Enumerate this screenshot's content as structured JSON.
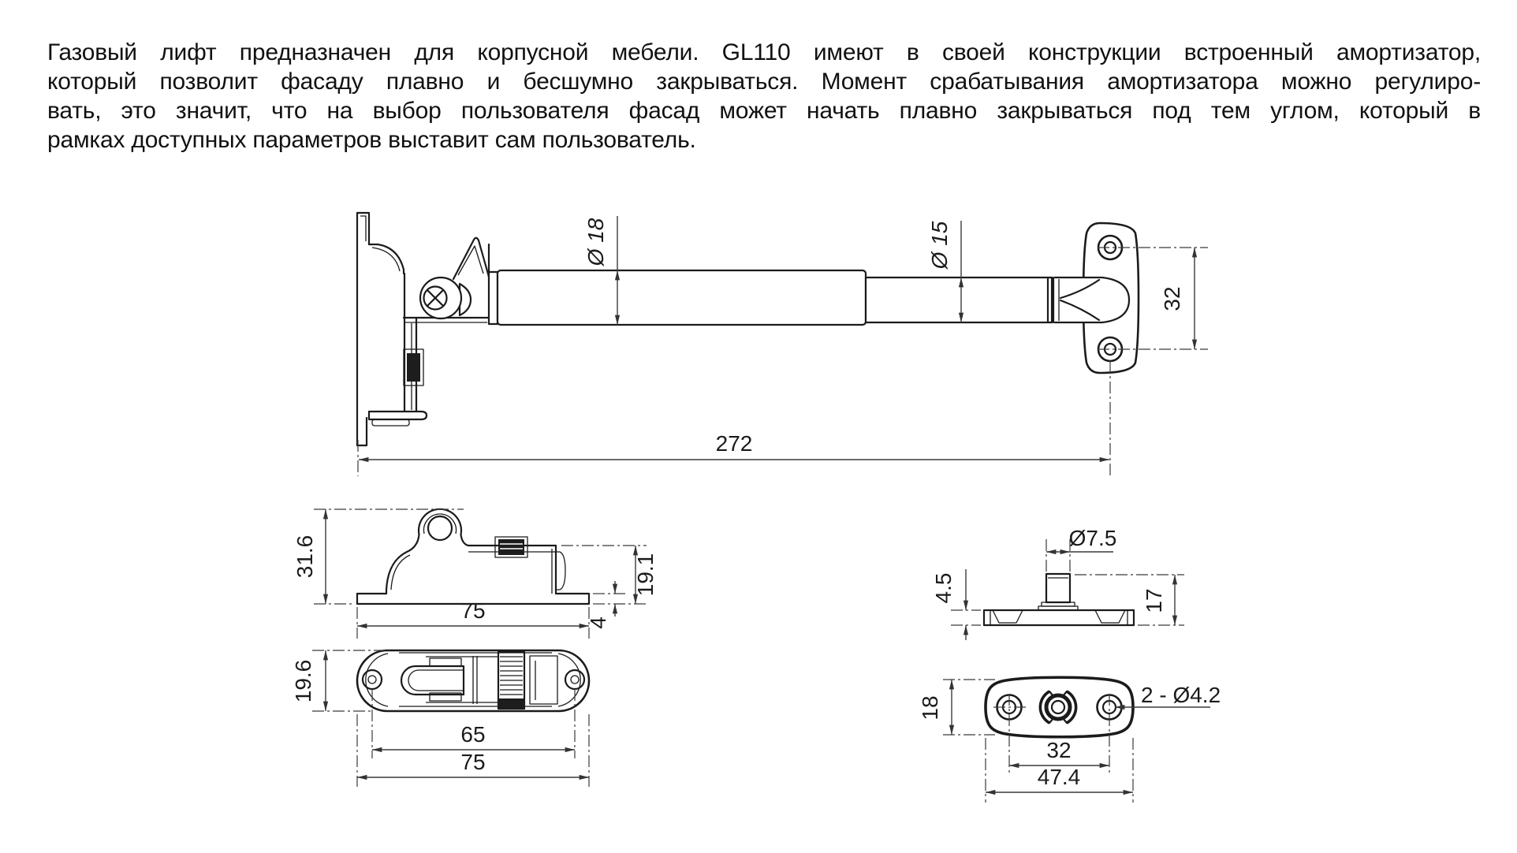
{
  "intro": {
    "lines": [
      "Газовый лифт предназначен для корпусной мебели. GL110 имеют в своей конструкции встроенный амортизатор,",
      "который позволит фасаду плавно и бесшумно закрываться. Момент срабатывания амортизатора можно регулиро-",
      "вать, это значит, что на выбор пользователя фасад может начать плавно закрываться под тем углом, который в",
      "рамках доступных параметров выставит сам пользователь."
    ]
  },
  "views": {
    "assembly": {
      "cylinder_diameter": "Ø 18",
      "rod_diameter": "Ø 15",
      "hole_spacing": "32",
      "overall_length": "272"
    },
    "bracket_side": {
      "overall_height": "31.6",
      "base_width": "75",
      "body_height": "19.1",
      "base_thickness": "4"
    },
    "bracket_plan": {
      "body_depth": "19.6",
      "hole_spacing": "65",
      "overall_width": "75"
    },
    "endplate_side": {
      "stud_diameter": "Ø7.5",
      "plate_thickness": "4.5",
      "overall_height": "17"
    },
    "endplate_plan": {
      "plate_height": "18",
      "hole_spacing": "32",
      "plate_width": "47.4",
      "hole_note": "2 - Ø4.2"
    }
  }
}
